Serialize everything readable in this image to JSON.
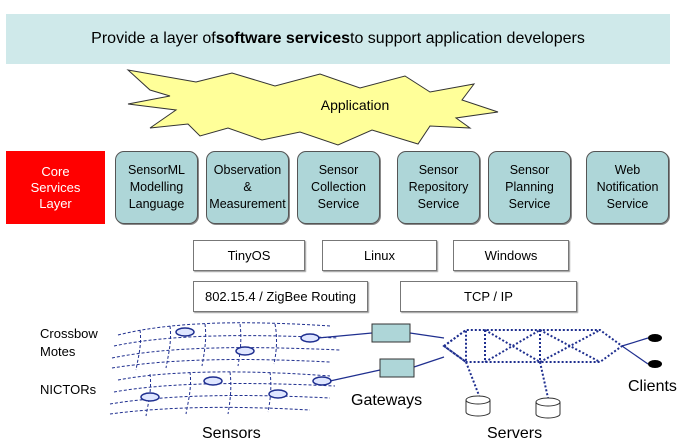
{
  "banner": {
    "pre": "Provide a layer of ",
    "bold": "software services",
    "post": " to support application developers"
  },
  "application_label": "Application",
  "core_layer": {
    "line1": "Core",
    "line2": "Services",
    "line3": "Layer"
  },
  "services": [
    {
      "l1": "SensorML",
      "l2": "Modelling",
      "l3": "Language"
    },
    {
      "l1": "Observation",
      "l2": "&",
      "l3": "Measurement"
    },
    {
      "l1": "Sensor",
      "l2": "Collection",
      "l3": "Service"
    },
    {
      "l1": "Sensor",
      "l2": "Repository",
      "l3": "Service"
    },
    {
      "l1": "Sensor",
      "l2": "Planning",
      "l3": "Service"
    },
    {
      "l1": "Web",
      "l2": "Notification",
      "l3": "Service"
    }
  ],
  "os_layer": [
    "TinyOS",
    "Linux",
    "Windows"
  ],
  "net_layer": [
    "802.15.4 / ZigBee Routing",
    "TCP / IP"
  ],
  "labels": {
    "crossbow_line1": "Crossbow",
    "crossbow_line2": "Motes",
    "nictors": "NICTORs",
    "gateways": "Gateways",
    "sensors": "Sensors",
    "servers": "Servers",
    "clients": "Clients"
  },
  "colors": {
    "banner_bg": "#cfe9ea",
    "application_fill": "#ffff99",
    "core_bg": "#ff0000",
    "service_fill": "#aed6d8",
    "net_line": "#1f2f8f",
    "gateway_fill": "#aed6d8"
  }
}
